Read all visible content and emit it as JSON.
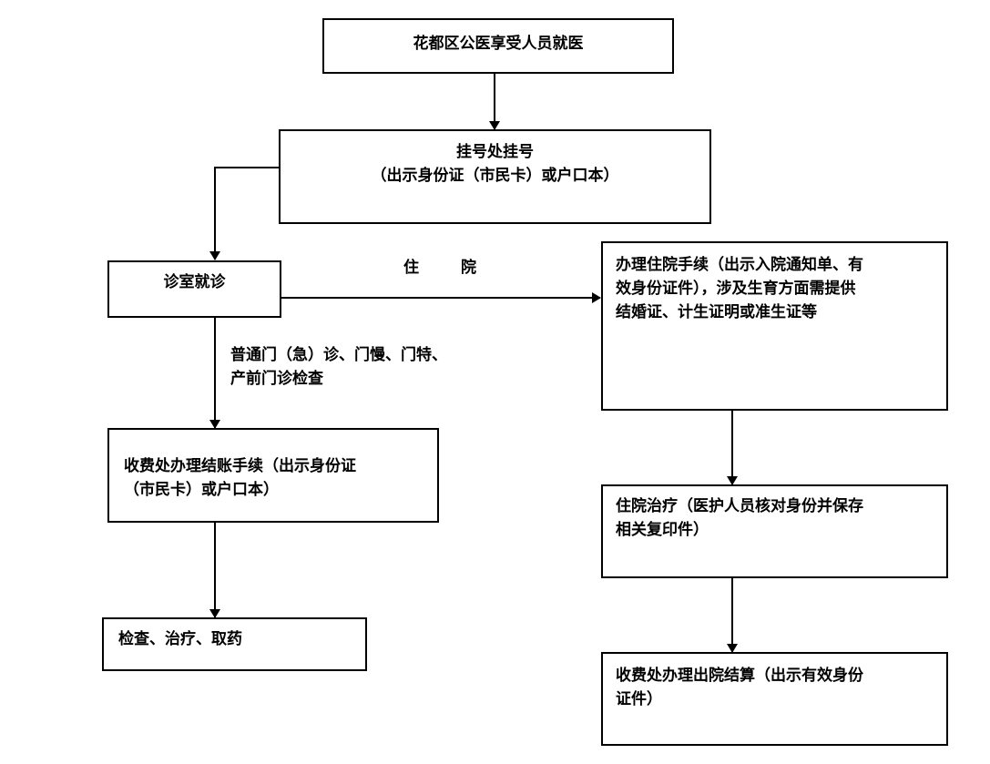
{
  "flowchart": {
    "colors": {
      "line": "#000000",
      "box_border": "#000000",
      "background": "#ffffff"
    },
    "nodes": {
      "start": {
        "line1": "花都区公医享受人员就医"
      },
      "registration": {
        "line1": "挂号处挂号",
        "line2": "（出示身份证（市民卡）或户口本）"
      },
      "clinic": {
        "line1": "诊室就诊"
      },
      "inpatient_admission": {
        "line1": "办理住院手续（出示入院通知单、有",
        "line2": "效身份证件），涉及生育方面需提供",
        "line3": "结婚证、计生证明或准生证等"
      },
      "outpatient_payment": {
        "line1": "收费处办理结账手续（出示身份证",
        "line2": "（市民卡）或户口本）"
      },
      "inpatient_treatment": {
        "line1": "住院治疗（医护人员核对身份并保存",
        "line2": "相关复印件）"
      },
      "exam_treatment": {
        "line1": "检查、治疗、取药"
      },
      "discharge_payment": {
        "line1": "收费处办理出院结算（出示有效身份",
        "line2": "证件）"
      }
    },
    "edge_labels": {
      "hospitalization": {
        "char1": "住",
        "char2": "院"
      },
      "outpatient_types": {
        "line1": "普通门（急）诊、门慢、门特、",
        "line2": "产前门诊检查"
      }
    }
  }
}
